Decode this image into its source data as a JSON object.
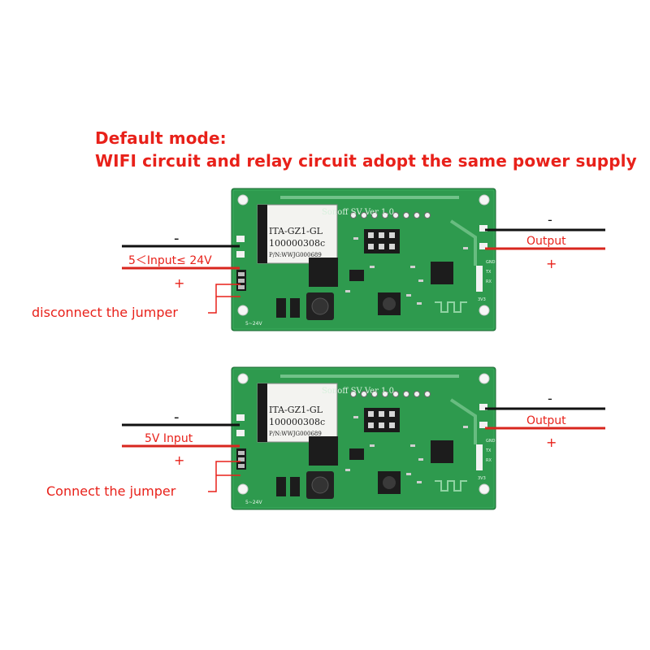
{
  "title": {
    "line1": "Default mode:",
    "line2": "WIFI circuit and relay circuit adopt the same power supply"
  },
  "boards": [
    {
      "board_label": "Sonoff SV Ver 1.0",
      "relay_text": [
        "ITA-GZ1-GL",
        "100000308c",
        "P/N:WWJG000689"
      ],
      "voltage_mark": "5~24V",
      "input_minus": "-",
      "input_label": "5＜Input≤ 24V",
      "input_plus": "+",
      "jumper_label": "disconnect the jumper",
      "output_minus": "-",
      "output_label": "Output",
      "output_plus": "+",
      "pin_labels": [
        "GND",
        "TX",
        "RX",
        "3V3"
      ]
    },
    {
      "board_label": "Sonoff SV Ver 1.0",
      "relay_text": [
        "ITA-GZ1-GL",
        "100000308c",
        "P/N:WWJG000689"
      ],
      "voltage_mark": "5~24V",
      "input_minus": "-",
      "input_label": "5V Input",
      "input_plus": "+",
      "jumper_label": "Connect the jumper",
      "output_minus": "-",
      "output_label": "Output",
      "output_plus": "+",
      "pin_labels": [
        "GND",
        "TX",
        "RX",
        "3V3"
      ]
    }
  ],
  "colors": {
    "annotation_red": "#e8211a",
    "pcb_green": "#2e9a4e",
    "pcb_dark": "#1d6b34",
    "wire_black": "#111111",
    "wire_red": "#d8261e"
  }
}
